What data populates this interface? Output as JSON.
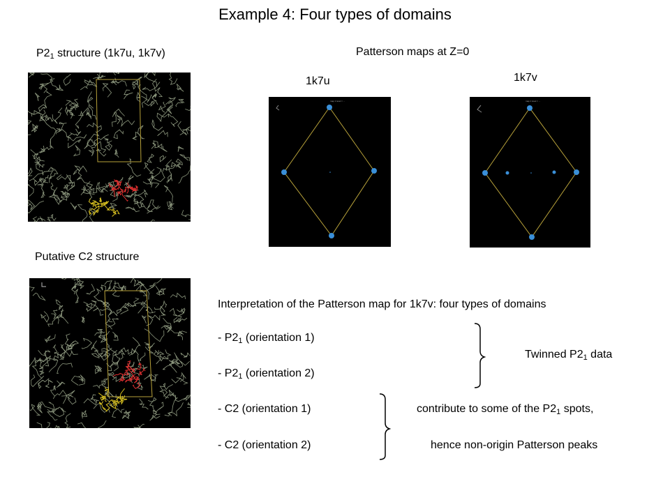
{
  "slide": {
    "title": "Example 4: Four types of domains"
  },
  "labels": {
    "p21_structure_pre": "P2",
    "p21_structure_sub": "1",
    "p21_structure_post": " structure (1k7u, 1k7v)",
    "patterson_heading": "Patterson maps at Z=0",
    "map_1k7u": "1k7u",
    "map_1k7v": "1k7v",
    "c2_structure": "Putative C2 structure"
  },
  "interpretation": {
    "heading": "Interpretation of the Patterson map for 1k7v: four types of domains",
    "items": [
      {
        "pre": "- P2",
        "sub": "1",
        "post": " (orientation 1)"
      },
      {
        "pre": "- P2",
        "sub": "1",
        "post": " (orientation 2)"
      },
      {
        "pre": "- C2  (orientation 1)",
        "sub": "",
        "post": ""
      },
      {
        "pre": "- C2  (orientation 2)",
        "sub": "",
        "post": ""
      }
    ],
    "twinned_pre": "Twinned P2",
    "twinned_sub": "1",
    "twinned_post": " data",
    "contribute_pre": "contribute to some of the P2",
    "contribute_sub": "1",
    "contribute_post": " spots,",
    "hence": "hence non-origin Patterson peaks"
  },
  "colors": {
    "panel_bg": "#000000",
    "protein_trace": "#8f9a80",
    "cell_outline": "#b8a23a",
    "domain_red": "#e03030",
    "domain_yellow": "#d8c020",
    "patterson_peak": "#3a8fd8"
  }
}
